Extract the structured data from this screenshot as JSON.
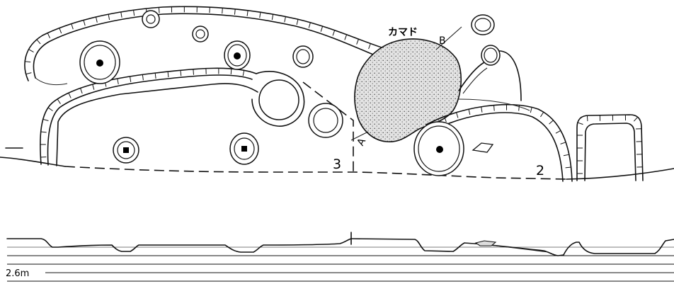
{
  "labels": {
    "kamado": "カマド",
    "section_a": "A",
    "section_b": "B",
    "dwelling_3": "3",
    "dwelling_2": "2",
    "elevation": "2.6m"
  },
  "colors": {
    "line": "#111111",
    "stipple_fill": "#e4e4e4",
    "stipple_dot": "#555555",
    "background": "#ffffff"
  }
}
